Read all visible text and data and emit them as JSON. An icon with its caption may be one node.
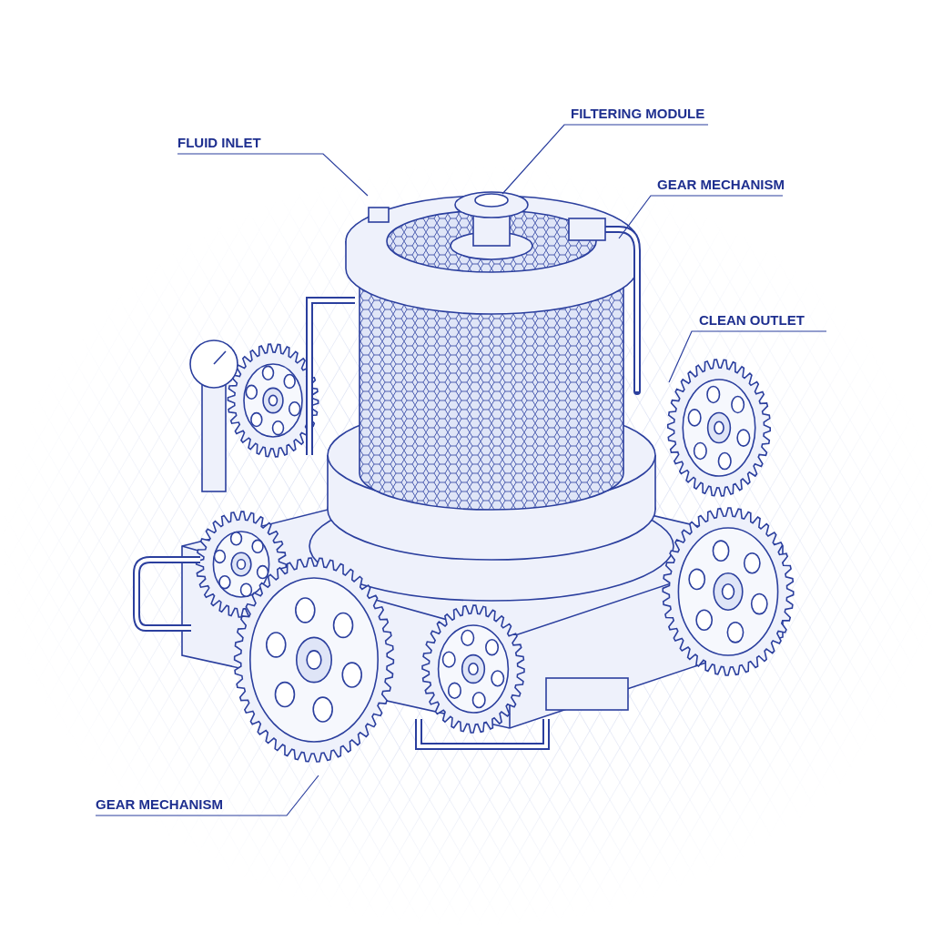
{
  "diagram": {
    "nodes": [
      {
        "text": [
          "FLUID INLET"
        ]
      },
      {
        "text": [
          "FILTERING MODULE"
        ]
      },
      {
        "text": [
          "GEAR MECHANISM"
        ]
      },
      {
        "text": [
          "CLEAN OUTLET"
        ]
      },
      {
        "text": [
          "GEAR MECHANISM"
        ]
      }
    ],
    "edges": [
      {
        "from": 0,
        "to": null,
        "arrow": "none"
      },
      {
        "from": 1,
        "to": null,
        "arrow": "none"
      },
      {
        "from": 2,
        "to": null,
        "arrow": "none"
      },
      {
        "from": 3,
        "to": null,
        "arrow": "none"
      },
      {
        "from": 4,
        "to": null,
        "arrow": "none"
      }
    ]
  }
}
